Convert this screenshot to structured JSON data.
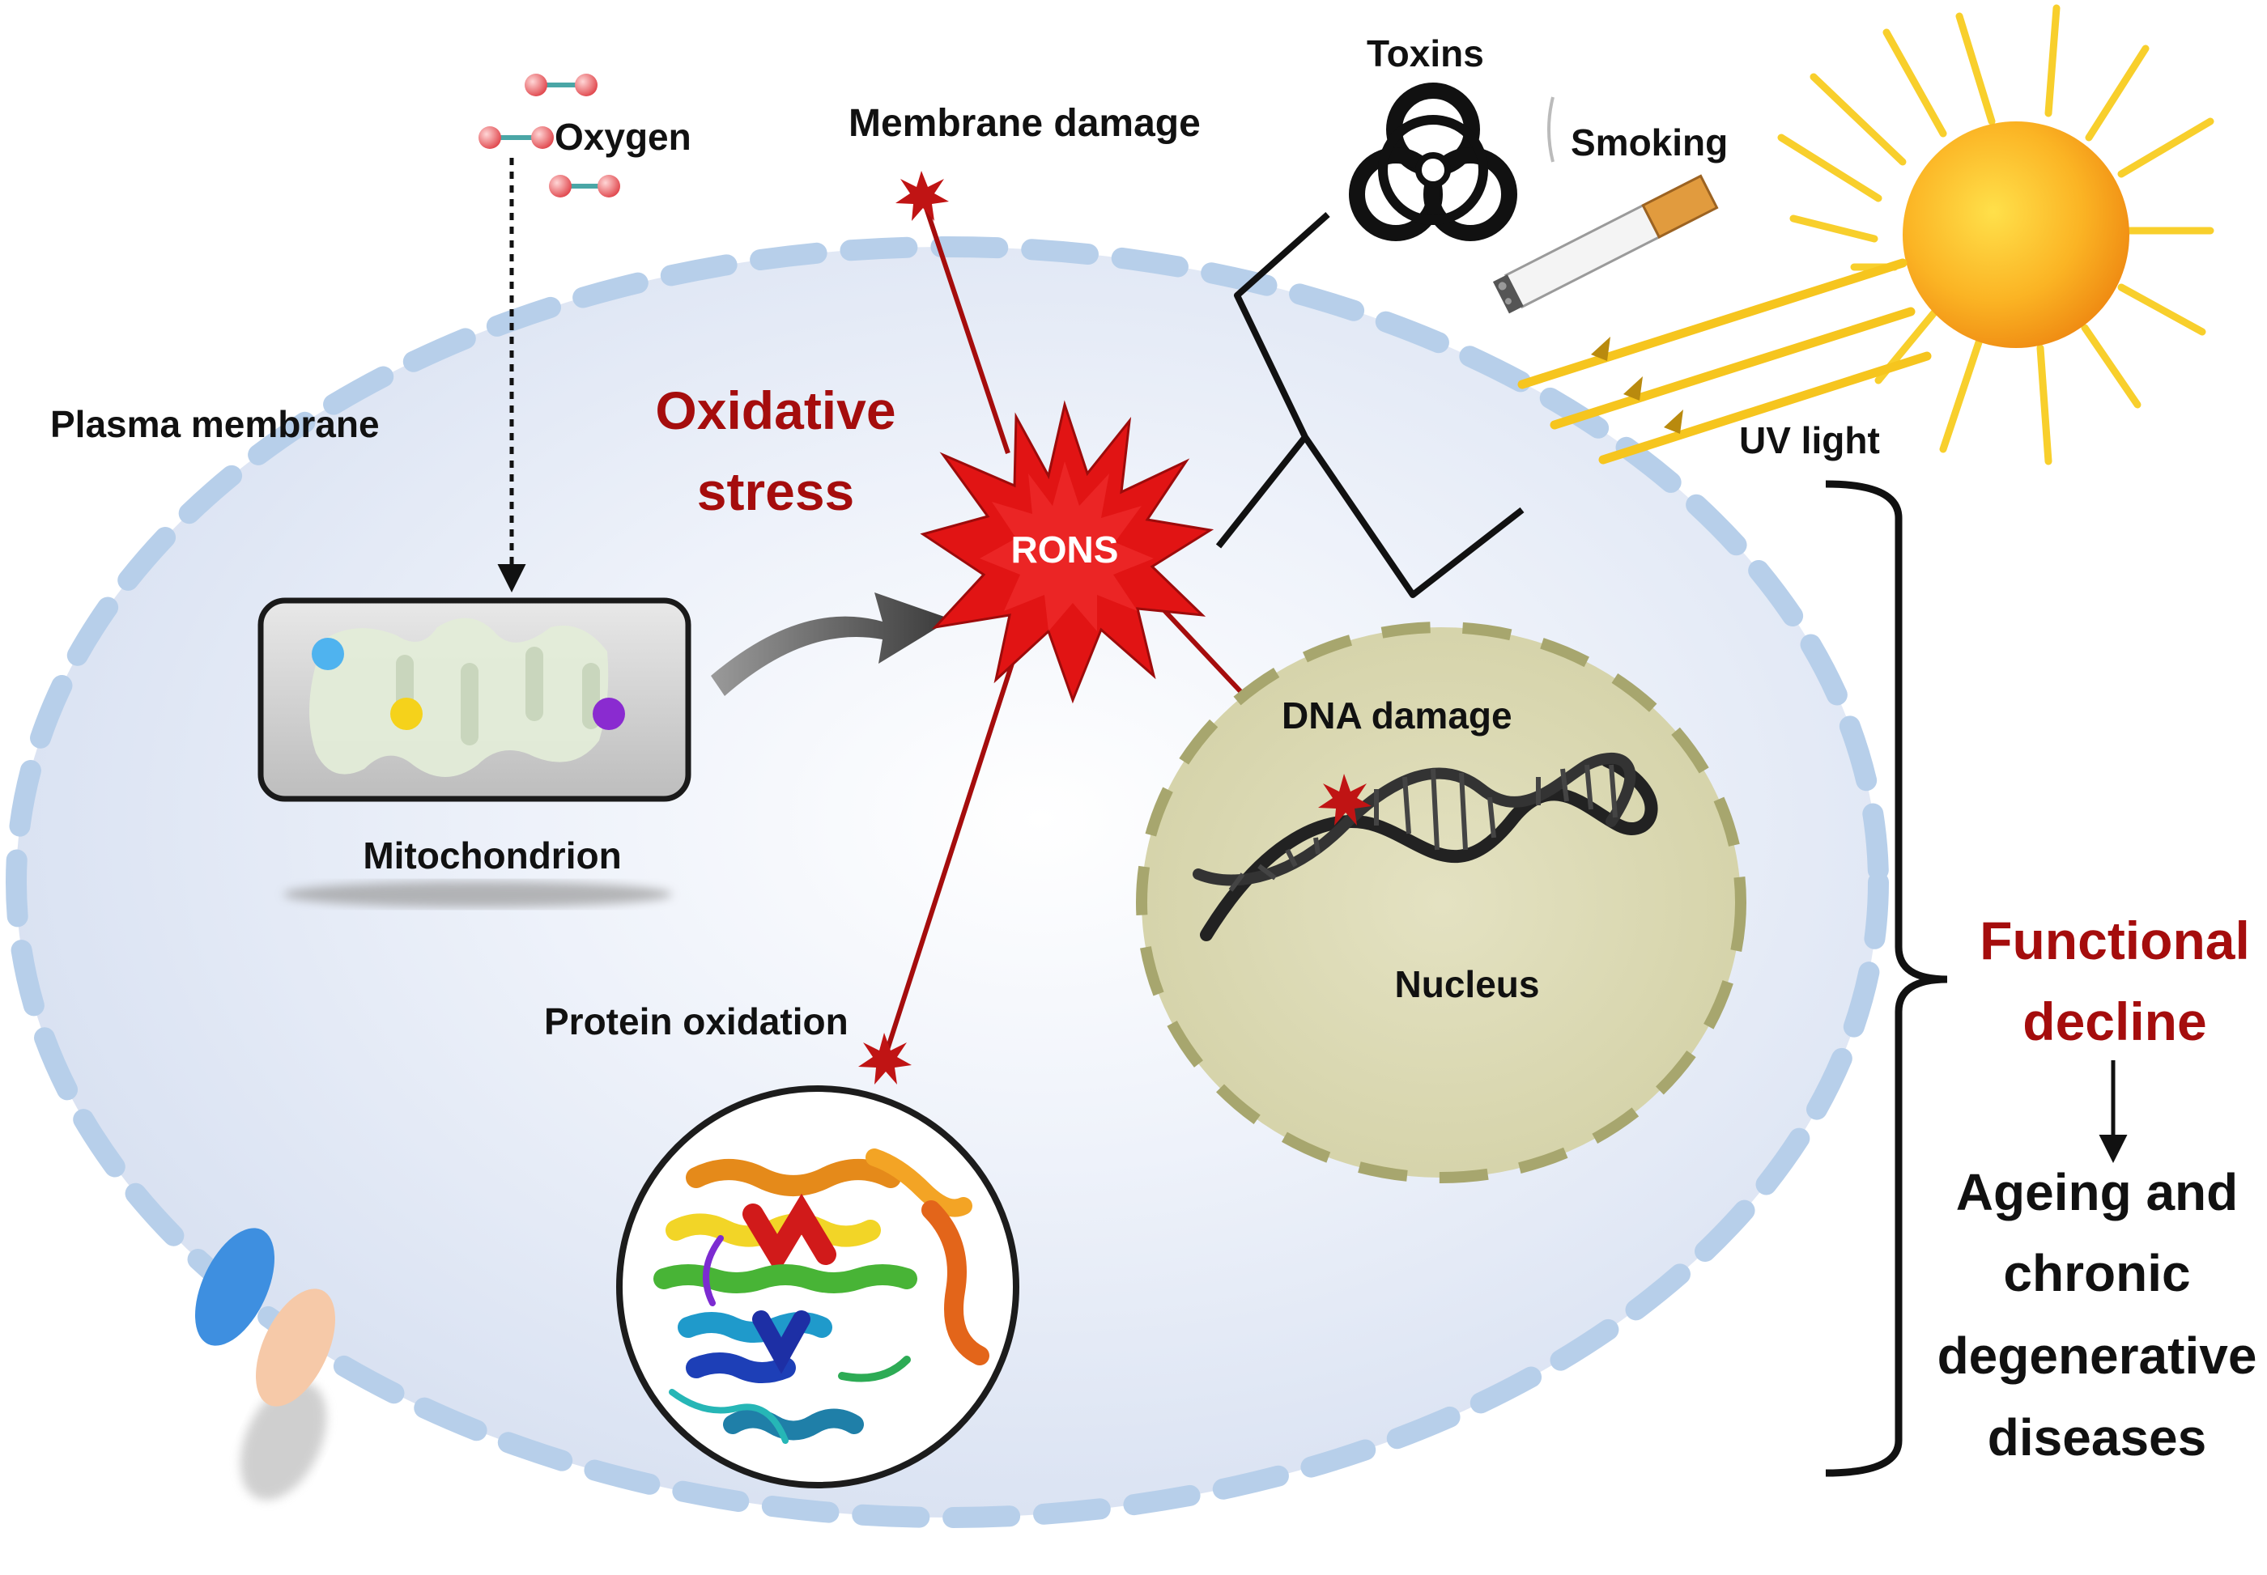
{
  "labels": {
    "oxygen": "Oxygen",
    "membrane_damage": "Membrane damage",
    "toxins": "Toxins",
    "smoking": "Smoking",
    "uv_light": "UV light",
    "plasma_membrane": "Plasma membrane",
    "oxidative_stress_line1": "Oxidative",
    "oxidative_stress_line2": "stress",
    "rons": "RONS",
    "mitochondrion": "Mitochondrion",
    "dna_damage": "DNA damage",
    "nucleus": "Nucleus",
    "protein_oxidation": "Protein oxidation",
    "functional_decline_line1": "Functional",
    "functional_decline_line2": "decline",
    "outcome_line1": "Ageing and",
    "outcome_line2": "chronic",
    "outcome_line3": "degenerative",
    "outcome_line4": "diseases"
  },
  "colors": {
    "accent_red": "#a50d0d",
    "burst_red": "#e11414",
    "cell_fill": "#dde5f4",
    "membrane_dash": "#b7cfea",
    "nucleus_fill": "#dcdab5",
    "nucleus_dash": "#a7a66e",
    "sun_orange": "#f7a21b",
    "ray_yellow": "#f8cf2c",
    "text_black": "#111111"
  },
  "icons": [
    "biohazard-icon",
    "cigarette-icon",
    "sun-icon",
    "dna-helix-icon",
    "protein-structure-icon",
    "oxygen-molecule-icon",
    "damage-burst-icon"
  ]
}
